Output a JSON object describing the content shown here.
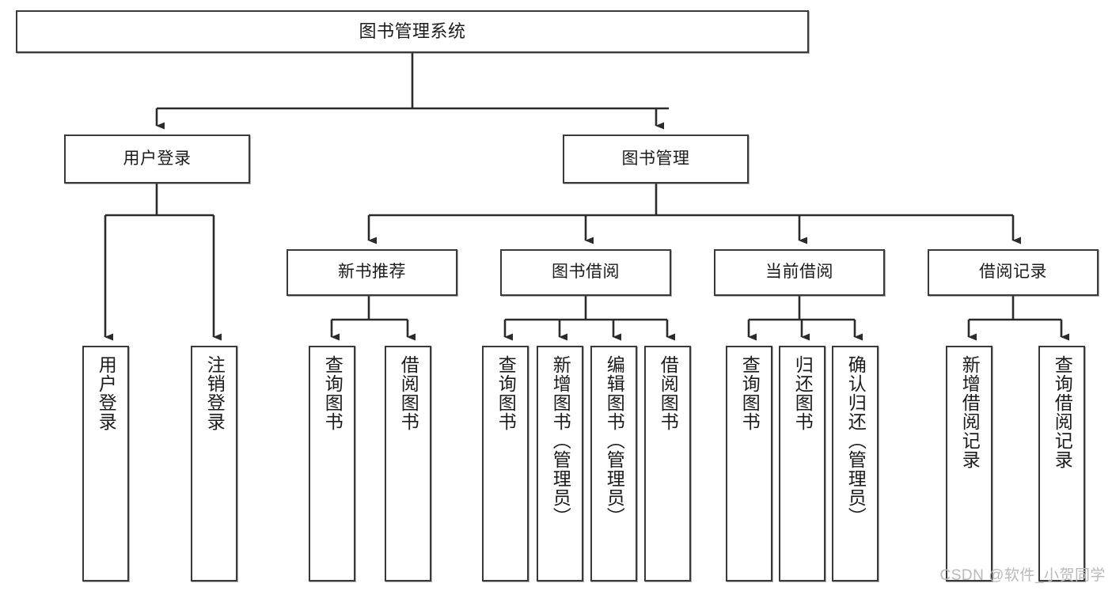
{
  "diagram": {
    "title": "图书管理系统",
    "type": "tree",
    "watermark": "CSDN @软件_小贺同学",
    "colors": {
      "box_border": "#3a3a3a",
      "box_fill": "#ffffff",
      "edge": "#2b2b2b",
      "text": "#1b1b1b",
      "watermark": "#b9b9b9"
    },
    "nodes": {
      "root": {
        "label": "图书管理系统"
      },
      "level2": [
        {
          "id": "user-login",
          "label": "用户登录"
        },
        {
          "id": "book-manage",
          "label": "图书管理"
        }
      ],
      "level3": [
        {
          "id": "new-book-rec",
          "label": "新书推荐"
        },
        {
          "id": "book-borrow",
          "label": "图书借阅"
        },
        {
          "id": "current-borrow",
          "label": "当前借阅"
        },
        {
          "id": "borrow-record",
          "label": "借阅记录"
        }
      ],
      "leaves": {
        "user-login": [
          {
            "id": "leaf-user-login",
            "label": "用户登录"
          },
          {
            "id": "leaf-user-logout",
            "label": "注销登录"
          }
        ],
        "new-book-rec": [
          {
            "id": "leaf-query-book-1",
            "label": "查询图书"
          },
          {
            "id": "leaf-borrow-book-1",
            "label": "借阅图书"
          }
        ],
        "book-borrow": [
          {
            "id": "leaf-query-book-2",
            "label": "查询图书"
          },
          {
            "id": "leaf-add-book",
            "label": "新增图书（管理员）"
          },
          {
            "id": "leaf-edit-book",
            "label": "编辑图书（管理员）"
          },
          {
            "id": "leaf-borrow-book-2",
            "label": "借阅图书"
          }
        ],
        "current-borrow": [
          {
            "id": "leaf-query-book-3",
            "label": "查询图书"
          },
          {
            "id": "leaf-return-book",
            "label": "归还图书"
          },
          {
            "id": "leaf-confirm-return",
            "label": "确认归还（管理员）"
          }
        ],
        "borrow-record": [
          {
            "id": "leaf-add-record",
            "label": "新增借阅记录"
          },
          {
            "id": "leaf-query-record",
            "label": "查询借阅记录"
          }
        ]
      }
    }
  }
}
